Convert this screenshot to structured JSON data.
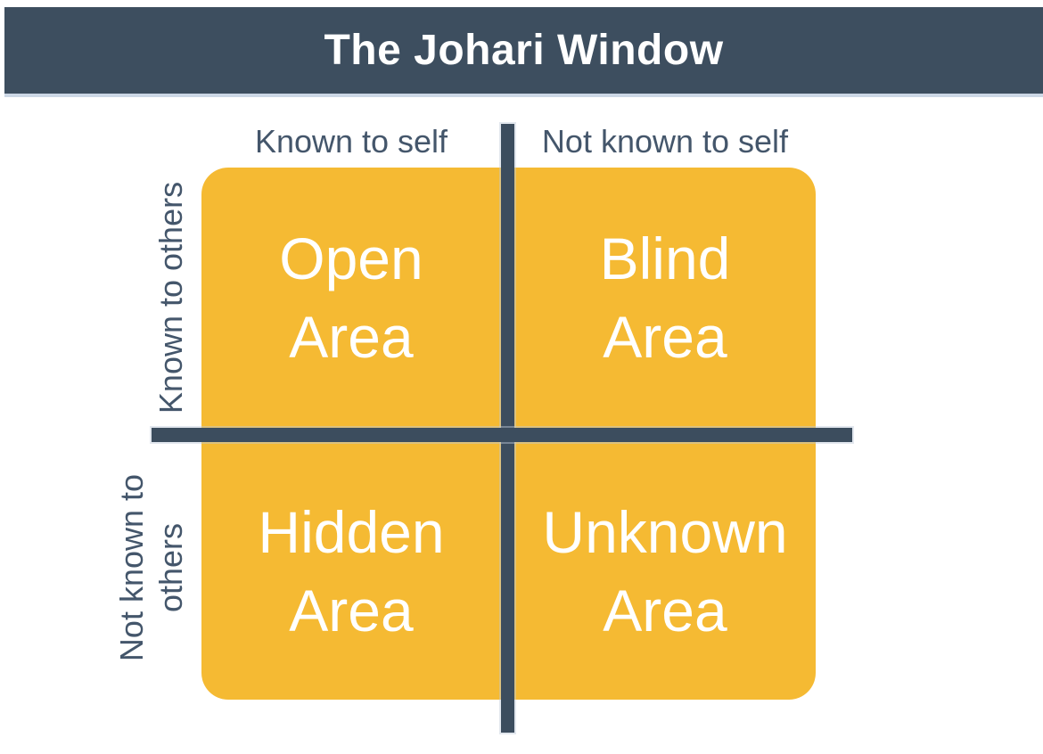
{
  "title": "The Johari Window",
  "columns": [
    {
      "label": "Known to self"
    },
    {
      "label": "Not known to self"
    }
  ],
  "rows": [
    {
      "lines": [
        "Known to others"
      ]
    },
    {
      "lines": [
        "Not known to",
        "others"
      ]
    }
  ],
  "quadrants": [
    {
      "id": "open-area",
      "lines": [
        "Open",
        "Area"
      ]
    },
    {
      "id": "blind-area",
      "lines": [
        "Blind",
        "Area"
      ]
    },
    {
      "id": "hidden-area",
      "lines": [
        "Hidden",
        "Area"
      ]
    },
    {
      "id": "unknown-area",
      "lines": [
        "Unknown",
        "Area"
      ]
    }
  ],
  "colors": {
    "page_background": "#ffffff",
    "header_background": "#3d4e5f",
    "header_underline": "#ccd7e5",
    "title_text": "#ffffff",
    "axis_label_text": "#44566b",
    "divider": "#3c4d5e",
    "quadrant_fill": "#f5ba33",
    "quadrant_text": "#ffffff"
  }
}
